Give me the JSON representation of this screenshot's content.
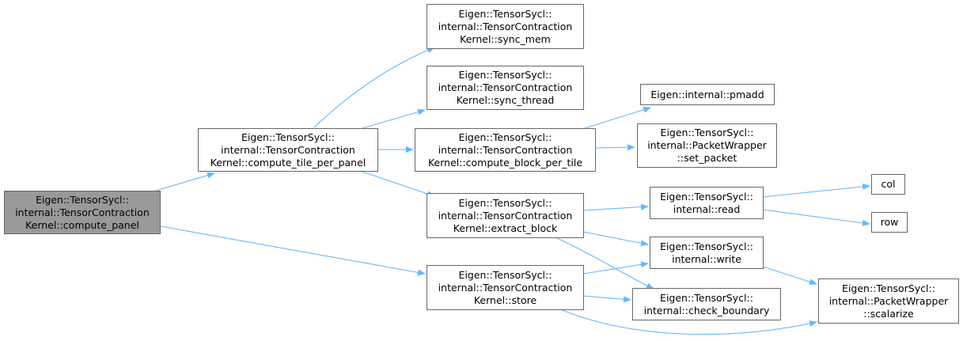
{
  "graph": {
    "edge_color": "#63b8ff",
    "node_border": "#666666",
    "root_fill": "#999999",
    "nodes": {
      "compute_panel": "Eigen::TensorSycl::\ninternal::TensorContraction\nKernel::compute_panel",
      "compute_tile_per_panel": "Eigen::TensorSycl::\ninternal::TensorContraction\nKernel::compute_tile_per_panel",
      "store": "Eigen::TensorSycl::\ninternal::TensorContraction\nKernel::store",
      "sync_mem": "Eigen::TensorSycl::\ninternal::TensorContraction\nKernel::sync_mem",
      "sync_thread": "Eigen::TensorSycl::\ninternal::TensorContraction\nKernel::sync_thread",
      "compute_block_per_tile": "Eigen::TensorSycl::\ninternal::TensorContraction\nKernel::compute_block_per_tile",
      "extract_block": "Eigen::TensorSycl::\ninternal::TensorContraction\nKernel::extract_block",
      "pmadd": "Eigen::internal::pmadd",
      "set_packet": "Eigen::TensorSycl::\ninternal::PacketWrapper\n::set_packet",
      "read": "Eigen::TensorSycl::\ninternal::read",
      "write": "Eigen::TensorSycl::\ninternal::write",
      "check_boundary": "Eigen::TensorSycl::\ninternal::check_boundary",
      "col": "col",
      "row": "row",
      "scalarize": "Eigen::TensorSycl::\ninternal::PacketWrapper\n::scalarize"
    }
  }
}
